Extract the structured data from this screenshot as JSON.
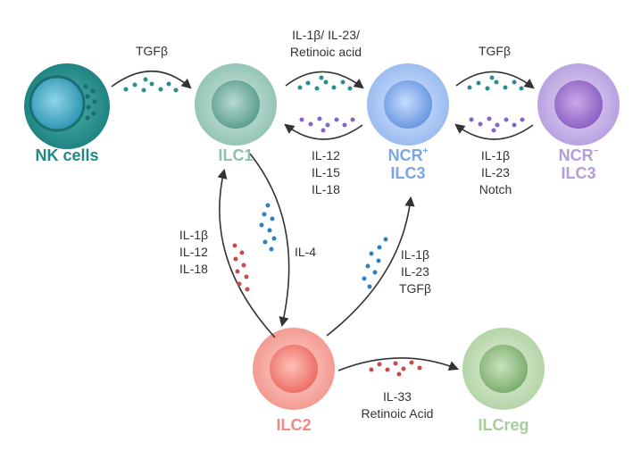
{
  "cells": {
    "nk": {
      "label": "NK cells",
      "color": "#1e8a87"
    },
    "ilc1": {
      "label": "ILC1",
      "color": "#8fbfb2"
    },
    "ncrp": {
      "base": "NCR",
      "sup": "+",
      "line2": "ILC3",
      "color": "#7aa6e6"
    },
    "ncrm": {
      "base": "NCR",
      "sup": "−",
      "line2": "ILC3",
      "color": "#b39ddb"
    },
    "ilc2": {
      "label": "ILC2",
      "color": "#f08a86"
    },
    "ilcreg": {
      "label": "ILCreg",
      "color": "#a7cc9d"
    }
  },
  "signals": {
    "nk_to_ilc1": "TGFβ",
    "ilc1_to_ncrp": [
      "IL-1β/ IL-23/",
      "Retinoic acid"
    ],
    "ncrp_to_ilc1": [
      "IL-12",
      "IL-15",
      "IL-18"
    ],
    "ncrp_to_ncrm": "TGFβ",
    "ncrm_to_ncrp": [
      "IL-1β",
      "IL-23",
      "Notch"
    ],
    "ilc2_to_ilc1": [
      "IL-1β",
      "IL-12",
      "IL-18"
    ],
    "ilc1_to_ilc2": "IL-4",
    "ilc2_to_ncrp": [
      "IL-1β",
      "IL-23",
      "TGFβ"
    ],
    "ilc2_to_ilcreg": [
      "IL-33",
      "Retinoic Acid"
    ]
  },
  "dot_colors": {
    "teal": "#2a8f8c",
    "blue": "#2e7fc0",
    "purple": "#8a63c7",
    "red": "#c84a4a"
  }
}
